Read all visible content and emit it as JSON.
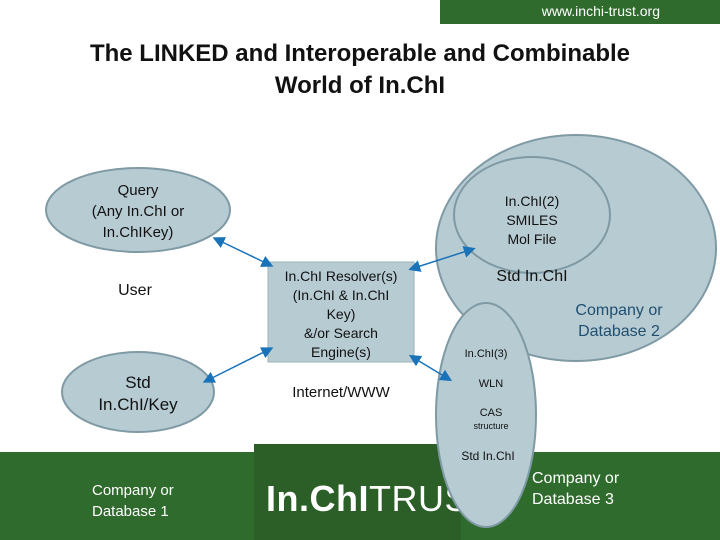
{
  "header": {
    "url": "www.inchi-trust.org",
    "title": "The LINKED and Interoperable  and Combinable\nWorld of In.ChI"
  },
  "nodes": {
    "query": "Query\n(Any In.ChI or\nIn.ChIKey)",
    "user": "User",
    "std_key": "Std\nIn.ChI/Key",
    "resolver": "In.ChI Resolver(s)\n(In.ChI & In.ChI\nKey)\n&/or Search\nEngine(s)",
    "internet": "Internet/WWW",
    "db2_formats": "In.ChI(2)\nSMILES\nMol File",
    "db2_std": "Std In.ChI",
    "db2_label": "Company or\nDatabase 2",
    "db3_inchi": "In.ChI(3)",
    "db3_wln": "WLN",
    "db3_cas": "CAS",
    "db3_structure": "structure",
    "db3_std": "Std In.ChI",
    "db3_label": "Company  or\nDatabase 3",
    "db1_label": "Company  or\nDatabase  1"
  },
  "logo": {
    "bold": "In.ChI",
    "light": "TRUST"
  },
  "colors": {
    "brand_green": "#2f6b2c",
    "bubble_fill": "#b7cbd3",
    "bubble_stroke": "#7f9aa4",
    "arrow": "#1a73b8"
  }
}
